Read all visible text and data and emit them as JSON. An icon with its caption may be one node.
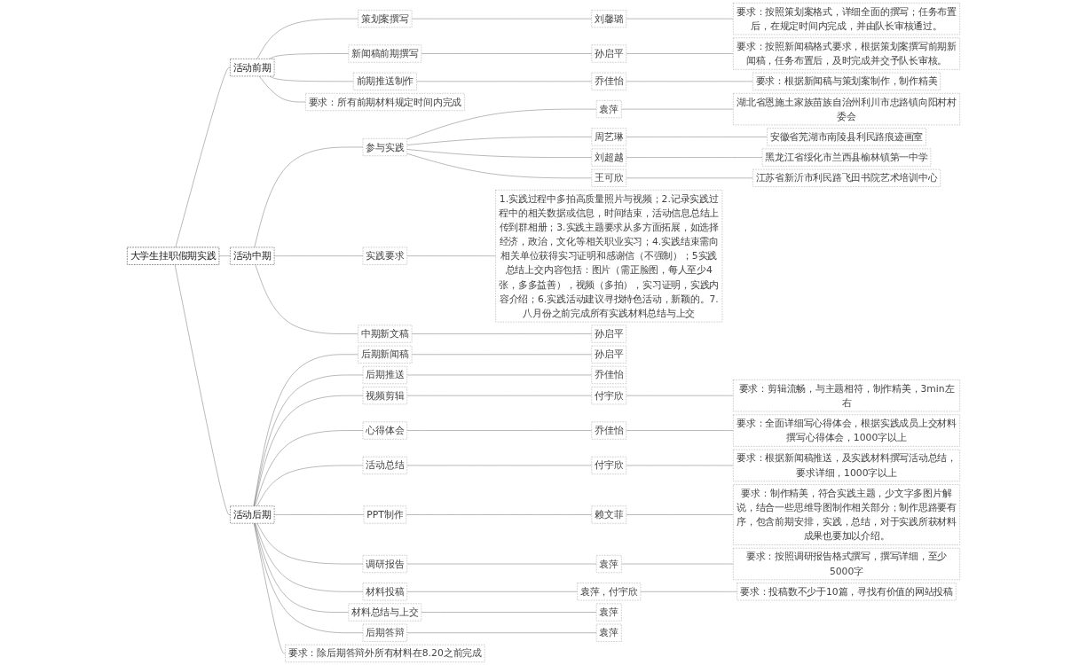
{
  "diagram": {
    "nodes": [
      {
        "text": [
          "大学生挂职假期实践"
        ]
      },
      {
        "text": [
          "活动前期"
        ]
      },
      {
        "text": [
          "策划案撰写"
        ]
      },
      {
        "text": [
          "刘馨璐"
        ]
      },
      {
        "text": [
          "要求：按照策划案格式，详细全面的撰写；任务布置后，在规定时间内完成，并由队长审核通过。"
        ]
      },
      {
        "text": [
          "新闻稿前期撰写"
        ]
      },
      {
        "text": [
          "孙启平"
        ]
      },
      {
        "text": [
          "要求：按照新闻稿格式要求，根据策划案撰写前期新闻稿，任务布置后，及时完成并交予队长审核。"
        ]
      },
      {
        "text": [
          "前期推送制作"
        ]
      },
      {
        "text": [
          "乔佳怡"
        ]
      },
      {
        "text": [
          "要求：根据新闻稿与策划案制作，制作精美"
        ]
      },
      {
        "text": [
          "要求：所有前期材料规定时间内完成"
        ]
      },
      {
        "text": [
          "活动中期"
        ]
      },
      {
        "text": [
          "参与实践"
        ]
      },
      {
        "text": [
          "袁萍"
        ]
      },
      {
        "text": [
          "湖北省恩施土家族苗族自治州利川市忠路镇向阳村村委会"
        ]
      },
      {
        "text": [
          "周艺琳"
        ]
      },
      {
        "text": [
          "安徽省芜湖市南陵县利民路痕迹画室"
        ]
      },
      {
        "text": [
          "刘超越"
        ]
      },
      {
        "text": [
          "黑龙江省绥化市兰西县榆林镇第一中学"
        ]
      },
      {
        "text": [
          "王可欣"
        ]
      },
      {
        "text": [
          "江苏省新沂市利民路飞田书院艺术培训中心"
        ]
      },
      {
        "text": [
          "实践要求"
        ]
      },
      {
        "text": [
          "1.实践过程中多拍高质量照片与视频；2.记录实践过程中的相关数据或信息，时间结束，活动信息总结上传到群相册；3.实践主题要求从多方面拓展，如选择经济，政治，文化等相关职业实习；4.实践结束需向相关单位获得实习证明和感谢信（不强制）；5实践总结上交内容包括：图片（需正脸图，每人至少4张，多多益善），视频（多拍），实习证明，实践内容介绍；6.实践活动建议寻找特色活动，新颖的。7.八月份之前完成所有实践材料总结与上交"
        ]
      },
      {
        "text": [
          "中期新文稿"
        ]
      },
      {
        "text": [
          "孙启平"
        ]
      },
      {
        "text": [
          "活动后期"
        ]
      },
      {
        "text": [
          "后期新闻稿"
        ]
      },
      {
        "text": [
          "孙启平"
        ]
      },
      {
        "text": [
          "后期推送"
        ]
      },
      {
        "text": [
          "乔佳怡"
        ]
      },
      {
        "text": [
          "视频剪辑"
        ]
      },
      {
        "text": [
          "付宇欣"
        ]
      },
      {
        "text": [
          "要求：剪辑流畅，与主题相符，制作精美，3min左右"
        ]
      },
      {
        "text": [
          "心得体会"
        ]
      },
      {
        "text": [
          "乔佳怡"
        ]
      },
      {
        "text": [
          "要求：全面详细写心得体会，根据实践成员上交材料撰写心得体会，1000字以上"
        ]
      },
      {
        "text": [
          "活动总结"
        ]
      },
      {
        "text": [
          "付宇欣"
        ]
      },
      {
        "text": [
          "要求：根据新闻稿推送，及实践材料撰写活动总结，要求详细，1000字以上"
        ]
      },
      {
        "text": [
          "PPT制作"
        ]
      },
      {
        "text": [
          "赖文菲"
        ]
      },
      {
        "text": [
          "要求：制作精美，符合实践主题，少文字多图片解说，结合一些思维导图制作相关部分；制作思路要有序，包含前期安排，实践，总结，对于实践所获材料成果也要加以介绍。"
        ]
      },
      {
        "text": [
          "调研报告"
        ]
      },
      {
        "text": [
          "袁萍"
        ]
      },
      {
        "text": [
          "要求：按照调研报告格式撰写，撰写详细，至少5000字"
        ]
      },
      {
        "text": [
          "材料投稿"
        ]
      },
      {
        "text": [
          "袁萍，付宇欣"
        ]
      },
      {
        "text": [
          "要求：投稿数不少于10篇，寻找有价值的网站投稿"
        ]
      },
      {
        "text": [
          "材料总结与上交"
        ]
      },
      {
        "text": [
          "袁萍"
        ]
      },
      {
        "text": [
          "后期答辩"
        ]
      },
      {
        "text": [
          "袁萍"
        ]
      },
      {
        "text": [
          "要求：除后期答辩外所有材料在8.20之前完成"
        ]
      }
    ],
    "edges": [
      {
        "from": 0,
        "to": 1,
        "arrow": "none"
      },
      {
        "from": 1,
        "to": 2,
        "arrow": "none"
      },
      {
        "from": 2,
        "to": 3,
        "arrow": "none"
      },
      {
        "from": 3,
        "to": 4,
        "arrow": "none"
      },
      {
        "from": 1,
        "to": 5,
        "arrow": "none"
      },
      {
        "from": 5,
        "to": 6,
        "arrow": "none"
      },
      {
        "from": 6,
        "to": 7,
        "arrow": "none"
      },
      {
        "from": 1,
        "to": 8,
        "arrow": "none"
      },
      {
        "from": 8,
        "to": 9,
        "arrow": "none"
      },
      {
        "from": 9,
        "to": 10,
        "arrow": "none"
      },
      {
        "from": 1,
        "to": 11,
        "arrow": "none"
      },
      {
        "from": 0,
        "to": 12,
        "arrow": "none"
      },
      {
        "from": 12,
        "to": 13,
        "arrow": "none"
      },
      {
        "from": 13,
        "to": 14,
        "arrow": "none"
      },
      {
        "from": 14,
        "to": 15,
        "arrow": "none"
      },
      {
        "from": 13,
        "to": 16,
        "arrow": "none"
      },
      {
        "from": 16,
        "to": 17,
        "arrow": "none"
      },
      {
        "from": 13,
        "to": 18,
        "arrow": "none"
      },
      {
        "from": 18,
        "to": 19,
        "arrow": "none"
      },
      {
        "from": 13,
        "to": 20,
        "arrow": "none"
      },
      {
        "from": 20,
        "to": 21,
        "arrow": "none"
      },
      {
        "from": 12,
        "to": 22,
        "arrow": "none"
      },
      {
        "from": 22,
        "to": 23,
        "arrow": "none"
      },
      {
        "from": 12,
        "to": 24,
        "arrow": "none"
      },
      {
        "from": 24,
        "to": 25,
        "arrow": "none"
      },
      {
        "from": 0,
        "to": 26,
        "arrow": "none"
      },
      {
        "from": 26,
        "to": 27,
        "arrow": "none"
      },
      {
        "from": 27,
        "to": 28,
        "arrow": "none"
      },
      {
        "from": 26,
        "to": 29,
        "arrow": "none"
      },
      {
        "from": 29,
        "to": 30,
        "arrow": "none"
      },
      {
        "from": 26,
        "to": 31,
        "arrow": "none"
      },
      {
        "from": 31,
        "to": 32,
        "arrow": "none"
      },
      {
        "from": 32,
        "to": 33,
        "arrow": "none"
      },
      {
        "from": 26,
        "to": 34,
        "arrow": "none"
      },
      {
        "from": 34,
        "to": 35,
        "arrow": "none"
      },
      {
        "from": 35,
        "to": 36,
        "arrow": "none"
      },
      {
        "from": 26,
        "to": 37,
        "arrow": "none"
      },
      {
        "from": 37,
        "to": 38,
        "arrow": "none"
      },
      {
        "from": 38,
        "to": 39,
        "arrow": "none"
      },
      {
        "from": 26,
        "to": 40,
        "arrow": "none"
      },
      {
        "from": 40,
        "to": 41,
        "arrow": "none"
      },
      {
        "from": 41,
        "to": 42,
        "arrow": "none"
      },
      {
        "from": 26,
        "to": 43,
        "arrow": "none"
      },
      {
        "from": 43,
        "to": 44,
        "arrow": "none"
      },
      {
        "from": 44,
        "to": 45,
        "arrow": "none"
      },
      {
        "from": 26,
        "to": 46,
        "arrow": "none"
      },
      {
        "from": 46,
        "to": 47,
        "arrow": "none"
      },
      {
        "from": 47,
        "to": 48,
        "arrow": "none"
      },
      {
        "from": 26,
        "to": 49,
        "arrow": "none"
      },
      {
        "from": 49,
        "to": 50,
        "arrow": "none"
      },
      {
        "from": 26,
        "to": 51,
        "arrow": "none"
      },
      {
        "from": 51,
        "to": 52,
        "arrow": "none"
      },
      {
        "from": 26,
        "to": 53,
        "arrow": "none"
      }
    ]
  }
}
